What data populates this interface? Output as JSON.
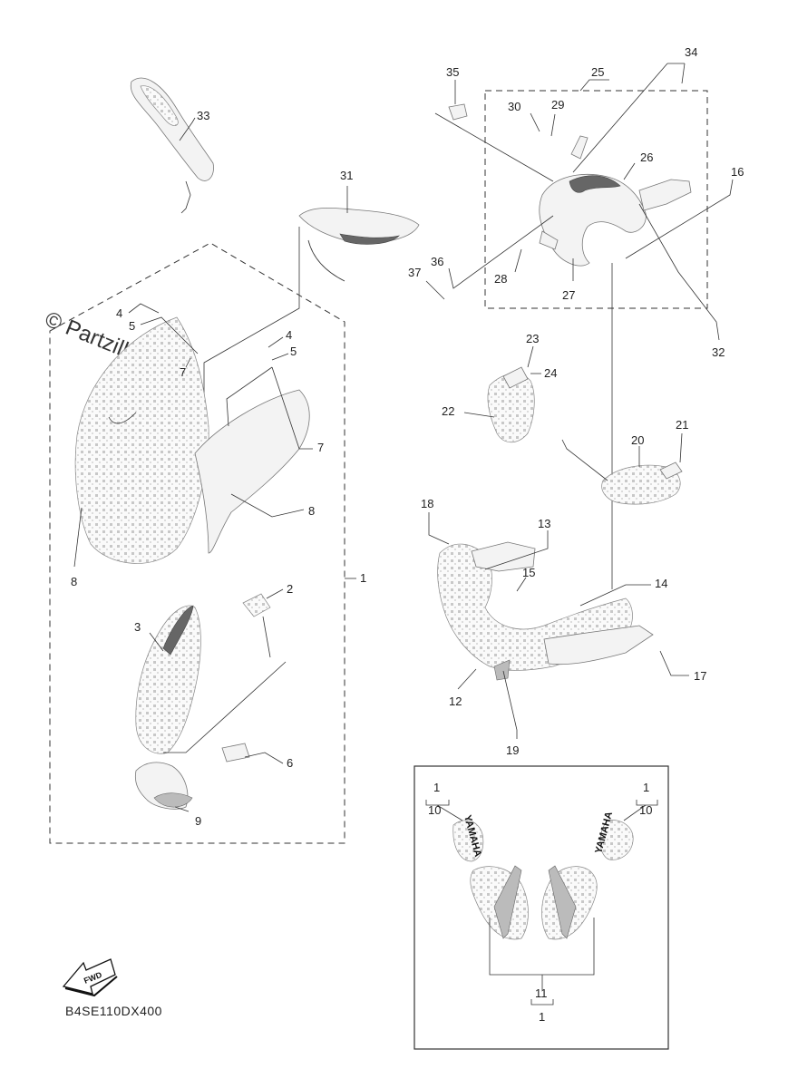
{
  "watermark": "© Partzilla.com",
  "diagram_code": "B4SE110DX400",
  "fwd_label": "FWD",
  "decal_text": "YAMAHA",
  "callouts": {
    "c1": "1",
    "c2": "2",
    "c3": "3",
    "c4": "4",
    "c5": "5",
    "c4b": "4",
    "c5b": "5",
    "c6": "6",
    "c7": "7",
    "c7b": "7",
    "c8": "8",
    "c8b": "8",
    "c9": "9",
    "c12": "12",
    "c13": "13",
    "c14": "14",
    "c15": "15",
    "c16": "16",
    "c17": "17",
    "c18": "18",
    "c19": "19",
    "c20": "20",
    "c21": "21",
    "c22": "22",
    "c23": "23",
    "c24": "24",
    "c25": "25",
    "c26": "26",
    "c27": "27",
    "c28": "28",
    "c29": "29",
    "c30": "30",
    "c31": "31",
    "c32": "32",
    "c33": "33",
    "c34": "34",
    "c35": "35",
    "c36": "36",
    "c37": "37",
    "inset_left_top": "1",
    "inset_left_sub": "10",
    "inset_right_top": "1",
    "inset_right_sub": "10",
    "inset_bottom_sub": "11",
    "inset_bottom_top": "1"
  }
}
